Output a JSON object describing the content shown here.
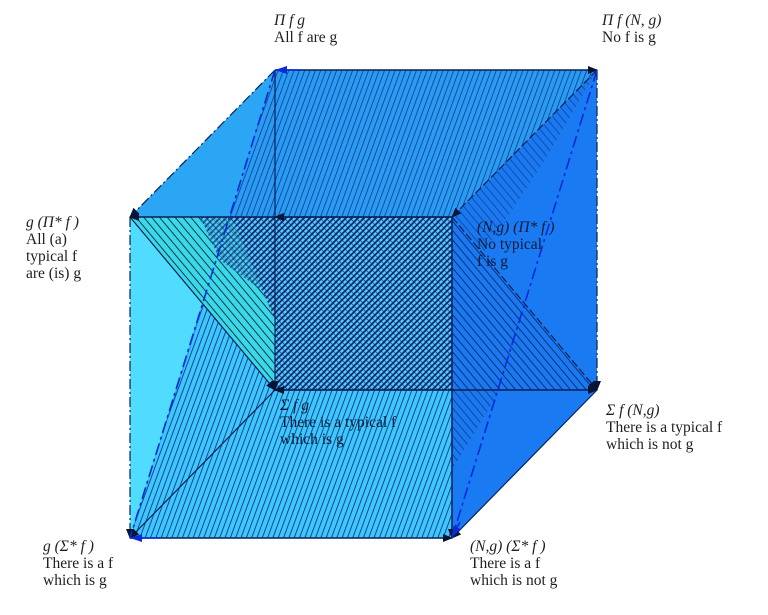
{
  "title": "Square of opposition cube: quantifiers Π, Σ and typicality Π*, Σ*",
  "colors": {
    "left_face": "#4fdcff",
    "back_face": "#2a8cf0",
    "right_face": "#1a78f0",
    "top_face": "#2aa6f5",
    "bottom_face": "#1e90f5",
    "hatch": "#0b2a6b",
    "edge": "#0a1f55",
    "arrow": "#081434",
    "arrow_blue": "#0a2ad8"
  },
  "vertices": {
    "back_top_left": {
      "formula": "Π f g",
      "lines": [
        "All f are g"
      ]
    },
    "back_top_right": {
      "formula": "Π f (N, g)",
      "lines": [
        "No f is g"
      ]
    },
    "front_top_left": {
      "formula": "g (Π* f )",
      "lines": [
        "All (a)",
        "typical f",
        "are (is) g"
      ]
    },
    "front_top_right": {
      "formula": "(N,g) (Π* f )",
      "lines": [
        "No typical",
        "f is g"
      ]
    },
    "back_bottom_left": {
      "formula": "Σ f g",
      "lines": [
        "There is a typical f",
        "which is g"
      ]
    },
    "back_bottom_right": {
      "formula": "Σ f (N,g)",
      "lines": [
        "There is a typical f",
        "which is not g"
      ]
    },
    "front_bottom_left": {
      "formula": "g (Σ* f )",
      "lines": [
        "There is a f",
        "which is g"
      ]
    },
    "front_bottom_right": {
      "formula": "(N,g) (Σ* f )",
      "lines": [
        "There is a f",
        "which is not g"
      ]
    }
  }
}
